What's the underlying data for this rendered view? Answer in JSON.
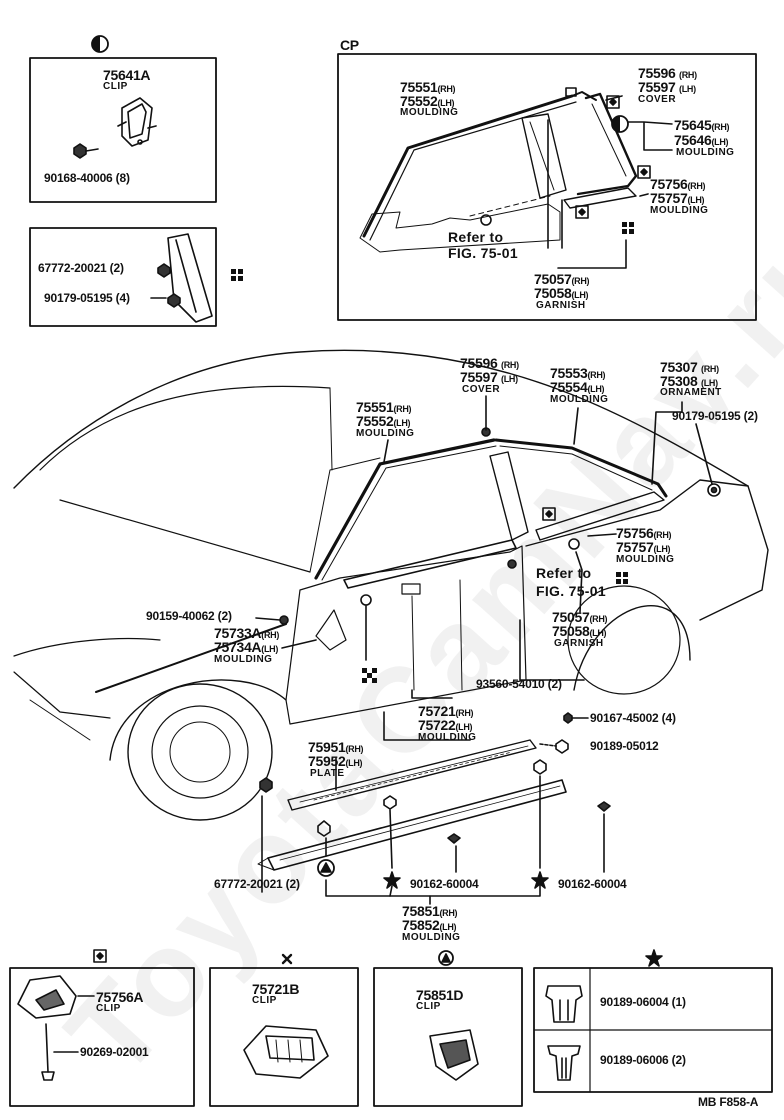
{
  "watermark": "ToyotaCamNav.ru",
  "cp_label": "CP",
  "footer_code": "MB  F858-A",
  "refer_to": "Refer to",
  "fig": "FIG. 75-01",
  "names": {
    "clip": "CLIP",
    "cover": "COVER",
    "moulding": "MOULDING",
    "garnish": "GARNISH",
    "ornament": "ORNAMENT",
    "plate": "PLATE"
  },
  "box1": {
    "part": "75641A",
    "screw": "90168-40006 (8)"
  },
  "box2": {
    "retainer": "67772-20021 (2)",
    "screw": "90179-05195 (4)"
  },
  "cp": {
    "moulding_front": [
      "75551",
      "75552"
    ],
    "cover": [
      "75596",
      "75597"
    ],
    "moulding_qtr": [
      "75645",
      "75646"
    ],
    "moulding_belt": [
      "75756",
      "75757"
    ],
    "garnish": [
      "75057",
      "75058"
    ]
  },
  "main": {
    "cover": [
      "75596",
      "75597"
    ],
    "moulding_roof": [
      "75553",
      "75554"
    ],
    "ornament": [
      "75307",
      "75308"
    ],
    "ornament_screw": "90179-05195 (2)",
    "moulding_front": [
      "75551",
      "75552"
    ],
    "moulding_belt": [
      "75756",
      "75757"
    ],
    "garnish": [
      "75057",
      "75058"
    ],
    "bolt_front": "90159-40062 (2)",
    "moulding_fender": [
      "75733A",
      "75734A"
    ],
    "nut": "93560-54010 (2)",
    "moulding_door": [
      "75721",
      "75722"
    ],
    "bolt1": "90167-45002 (4)",
    "nut2": "90189-05012",
    "plate": [
      "75951",
      "75952"
    ],
    "retainer": "67772-20021 (2)",
    "screw1": "90162-60004",
    "screw2": "90162-60004",
    "moulding_rocker": [
      "75851",
      "75852"
    ]
  },
  "suffix": {
    "rh": "(RH)",
    "lh": "(LH)"
  },
  "detail_boxes": {
    "a": {
      "part": "75756A",
      "screw": "90269-02001"
    },
    "b": {
      "part": "75721B"
    },
    "c": {
      "part": "75851D"
    },
    "d": {
      "clip1": "90189-06004 (1)",
      "clip2": "90189-06006 (2)"
    }
  }
}
